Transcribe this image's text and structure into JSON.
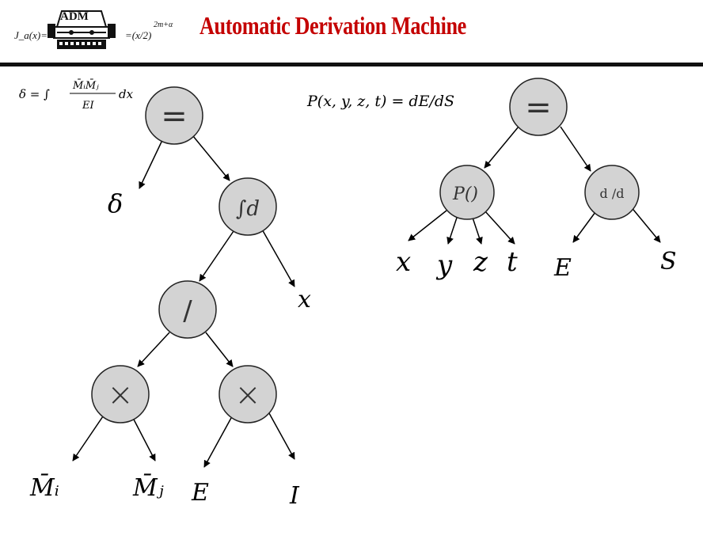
{
  "header": {
    "logo_lhs": "J_a(x)=",
    "logo_text": "ADM",
    "logo_rhs": "=(x/2)",
    "logo_exp": "2m+α",
    "title": "Automatic Derivation Machine",
    "title_color": "#c40000"
  },
  "left_diagram": {
    "equation": {
      "lhs": "δ = ∫",
      "numerator": "M̄ᵢM̄ⱼ",
      "denominator": "EI",
      "tail": "dx"
    },
    "nodes": {
      "root": "=",
      "integral": "∫d",
      "divide": "/",
      "mult_left": "×",
      "mult_right": "×"
    },
    "leaves": {
      "delta": "δ",
      "x": "x",
      "Mi": "M̄ᵢ",
      "Mj": "M̄ⱼ",
      "E": "E",
      "I": "I"
    }
  },
  "right_diagram": {
    "equation": "P(x, y, z, t) = dE/dS",
    "nodes": {
      "root": "=",
      "function": "P()",
      "derivative": "d /d"
    },
    "leaves": {
      "x": "x",
      "y": "y",
      "z": "z",
      "t": "t",
      "E": "E",
      "S": "S"
    }
  },
  "colors": {
    "node_fill": "#d3d3d3",
    "node_stroke": "#222222",
    "rule": "#111111"
  }
}
